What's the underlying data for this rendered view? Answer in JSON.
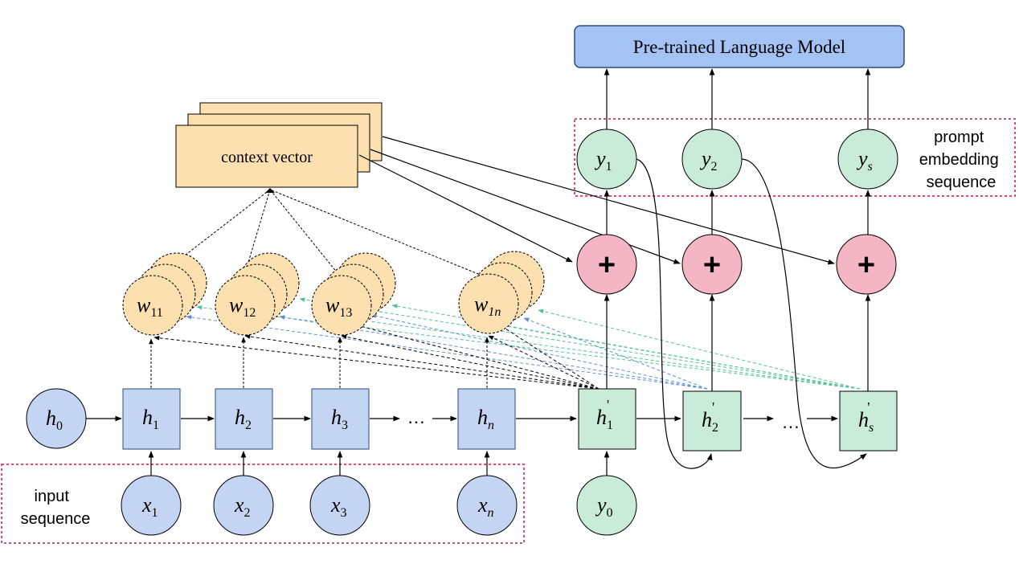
{
  "plm": {
    "label": "Pre-trained Language Model"
  },
  "context": {
    "label": "context vector"
  },
  "prompt_box": {
    "line1": "prompt",
    "line2": "embedding",
    "line3": "sequence"
  },
  "input_box": {
    "line1": "input",
    "line2": "sequence"
  },
  "ellipsis": "…",
  "plus": "+",
  "nodes": {
    "h0": {
      "main": "h",
      "sub": "0"
    },
    "h1": {
      "main": "h",
      "sub": "1"
    },
    "h2": {
      "main": "h",
      "sub": "2"
    },
    "h3": {
      "main": "h",
      "sub": "3"
    },
    "hn": {
      "main": "h",
      "sub": "n"
    },
    "x1": {
      "main": "x",
      "sub": "1"
    },
    "x2": {
      "main": "x",
      "sub": "2"
    },
    "x3": {
      "main": "x",
      "sub": "3"
    },
    "xn": {
      "main": "x",
      "sub": "n"
    },
    "w11": {
      "main": "w",
      "sub": "11"
    },
    "w12": {
      "main": "w",
      "sub": "12"
    },
    "w13": {
      "main": "w",
      "sub": "13"
    },
    "w1n": {
      "main": "w",
      "sub": "1n"
    },
    "hp1": {
      "main": "h",
      "sub": "1",
      "prime": "'"
    },
    "hp2": {
      "main": "h",
      "sub": "2",
      "prime": "'"
    },
    "hps": {
      "main": "h",
      "sub": "s",
      "prime": "'"
    },
    "y0": {
      "main": "y",
      "sub": "0"
    },
    "y1": {
      "main": "y",
      "sub": "1"
    },
    "y2": {
      "main": "y",
      "sub": "2"
    },
    "ys": {
      "main": "y",
      "sub": "s"
    }
  },
  "colors": {
    "blue_fill": "#c3d5f2",
    "blue_stroke": "#2e4b7a",
    "green_fill": "#c8ecd7",
    "orange_fill": "#fde0b0",
    "pink_fill": "#f4b6c4",
    "plm_fill": "#a4c2f4",
    "red_dashed": "#d65078",
    "blue_dashed": "#5a8fd8",
    "green_dashed": "#52c48e"
  }
}
